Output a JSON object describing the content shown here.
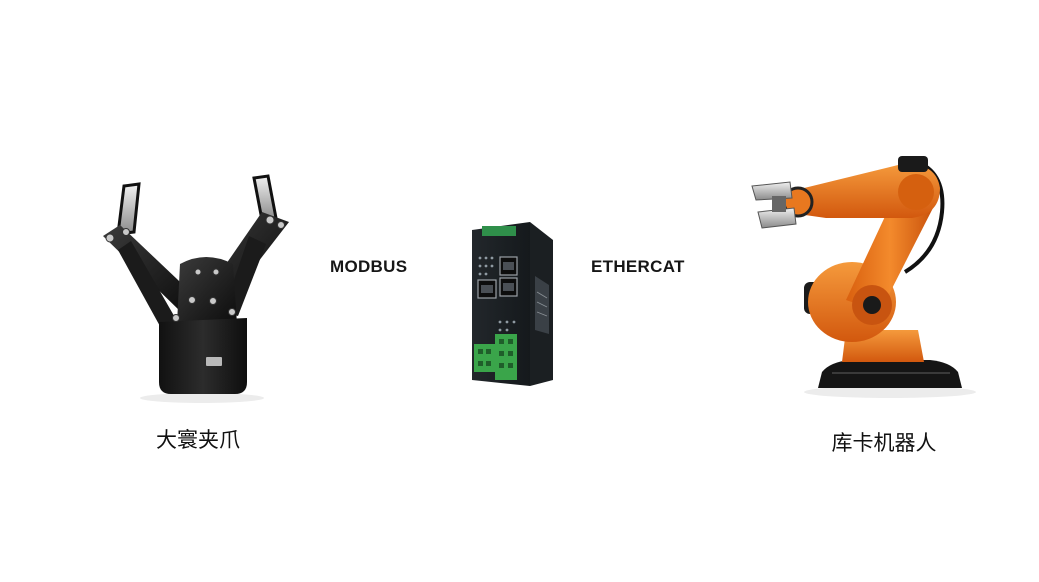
{
  "diagram": {
    "left_device": {
      "label": "大寰夹爪",
      "icon": "gripper-icon"
    },
    "gateway": {
      "icon": "gateway-icon"
    },
    "right_device": {
      "label": "库卡机器人",
      "icon": "robot-arm-icon"
    },
    "links": [
      {
        "label": "MODBUS",
        "color": "#5fd24a"
      },
      {
        "label": "ETHERCAT",
        "color": "#2a2fd4"
      }
    ]
  },
  "colors": {
    "background": "#ffffff",
    "robot_orange": "#e8711c",
    "terminal_green": "#3aa54a"
  }
}
